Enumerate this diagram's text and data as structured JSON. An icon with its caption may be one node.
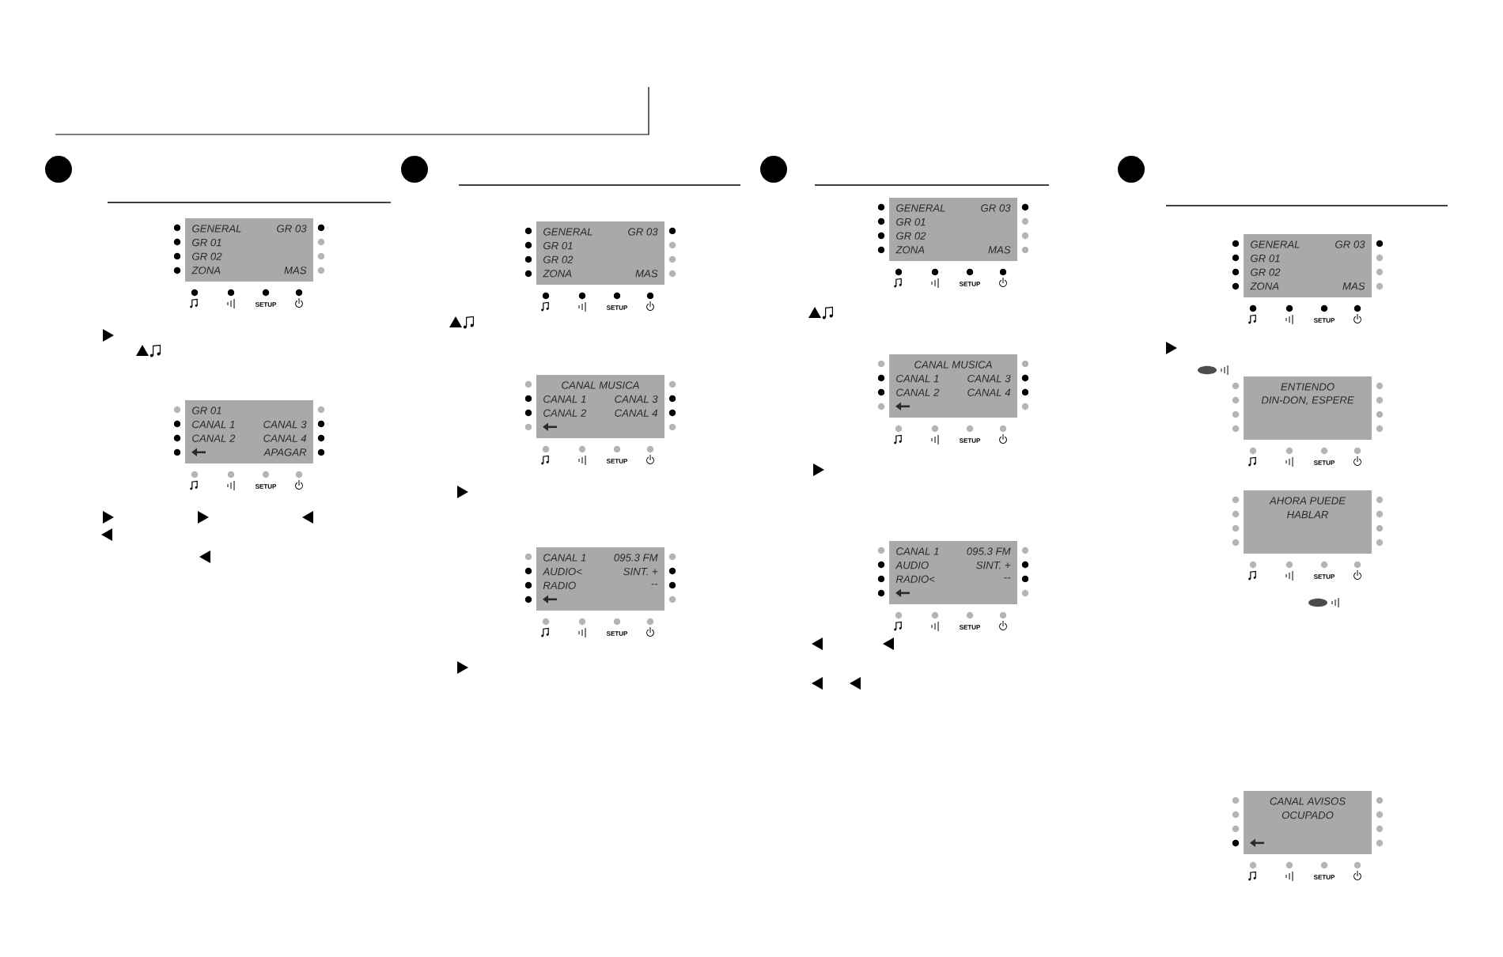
{
  "diagram": {
    "nodes": [
      {
        "text": [
          "GENERAL",
          "GR 03",
          "GR 01",
          "GR 02",
          "ZONA",
          "MAS"
        ],
        "beside": [
          "SETUP"
        ]
      },
      {
        "text": [
          "GR 01",
          "CANAL 1",
          "CANAL 3",
          "CANAL 2",
          "CANAL 4",
          "APAGAR"
        ],
        "beside": [
          "SETUP"
        ]
      },
      {
        "text": [
          "GENERAL",
          "GR 03",
          "GR 01",
          "GR 02",
          "ZONA",
          "MAS"
        ],
        "beside": [
          "SETUP"
        ]
      },
      {
        "text": [
          "CANAL MUSICA",
          "CANAL 1",
          "CANAL 3",
          "CANAL 2",
          "CANAL 4"
        ],
        "beside": [
          "SETUP"
        ]
      },
      {
        "text": [
          "CANAL 1",
          "095.3 FM",
          "AUDIO<",
          "SINT. +",
          "RADIO",
          "--"
        ],
        "beside": [
          "SETUP"
        ]
      },
      {
        "text": [
          "GENERAL",
          "GR 03",
          "GR 01",
          "GR 02",
          "ZONA",
          "MAS"
        ],
        "beside": [
          "SETUP"
        ]
      },
      {
        "text": [
          "CANAL MUSICA",
          "CANAL 1",
          "CANAL 3",
          "CANAL 2",
          "CANAL 4"
        ],
        "beside": [
          "SETUP"
        ]
      },
      {
        "text": [
          "CANAL 1",
          "095.3 FM",
          "AUDIO",
          "SINT. +",
          "RADIO<",
          "--"
        ],
        "beside": [
          "SETUP"
        ]
      },
      {
        "text": [
          "GENERAL",
          "GR 03",
          "GR 01",
          "GR 02",
          "ZONA",
          "MAS"
        ],
        "beside": [
          "SETUP"
        ]
      },
      {
        "text": [
          "ENTIENDO",
          "DIN-DON, ESPERE"
        ],
        "beside": [
          "SETUP"
        ]
      },
      {
        "text": [
          "AHORA PUEDE",
          "HABLAR"
        ],
        "beside": [
          "SETUP"
        ]
      },
      {
        "text": [
          "CANAL AVISOS",
          "OCUPADO"
        ],
        "beside": [
          "SETUP"
        ]
      }
    ]
  }
}
